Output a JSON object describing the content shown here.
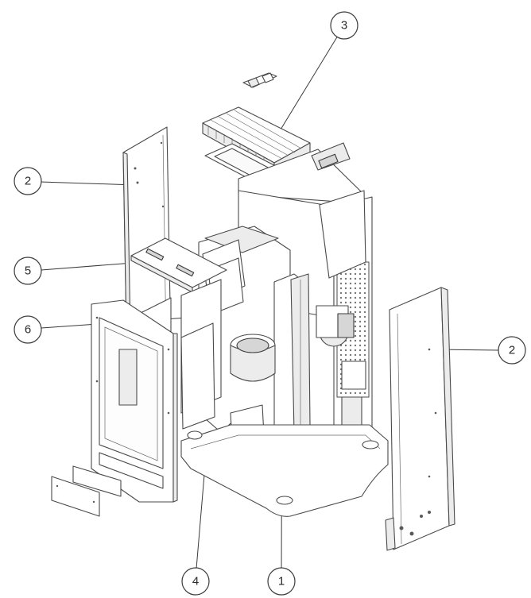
{
  "diagram": {
    "callouts": [
      {
        "id": "callout-1",
        "label": "1"
      },
      {
        "id": "callout-2-left",
        "label": "2"
      },
      {
        "id": "callout-2-right",
        "label": "2"
      },
      {
        "id": "callout-3",
        "label": "3"
      },
      {
        "id": "callout-4",
        "label": "4"
      },
      {
        "id": "callout-5",
        "label": "5"
      },
      {
        "id": "callout-6",
        "label": "6"
      }
    ]
  }
}
